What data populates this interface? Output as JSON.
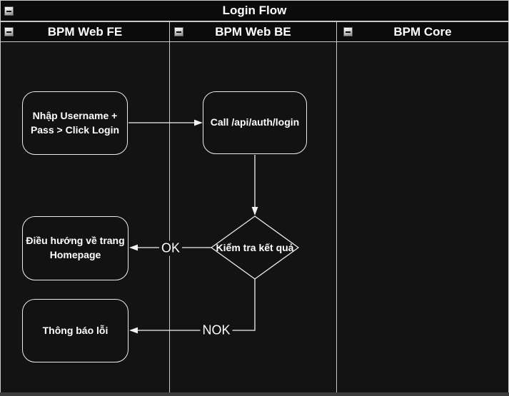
{
  "diagram": {
    "title": "Login Flow",
    "lanes": [
      {
        "label": "BPM Web FE"
      },
      {
        "label": "BPM Web BE"
      },
      {
        "label": "BPM Core"
      }
    ],
    "nodes": {
      "input_login": {
        "label": "Nhập Username + Pass > Click Login"
      },
      "call_api": {
        "label": "Call /api/auth/login"
      },
      "check_result": {
        "label": "Kiểm tra kết quả"
      },
      "redirect_home": {
        "label": "Điều hướng về trang Homepage"
      },
      "error_message": {
        "label": "Thông báo lỗi"
      }
    },
    "edge_labels": {
      "ok": "OK",
      "nok": "NOK"
    },
    "colors": {
      "header_fill": "#0b0b0b",
      "lane_fill": "#131313",
      "grid_line": "#c9c9c9",
      "shape_fill": "#121212",
      "shape_stroke": "#ececec",
      "text": "#ffffff",
      "page_background": "#3c3c3c"
    }
  }
}
